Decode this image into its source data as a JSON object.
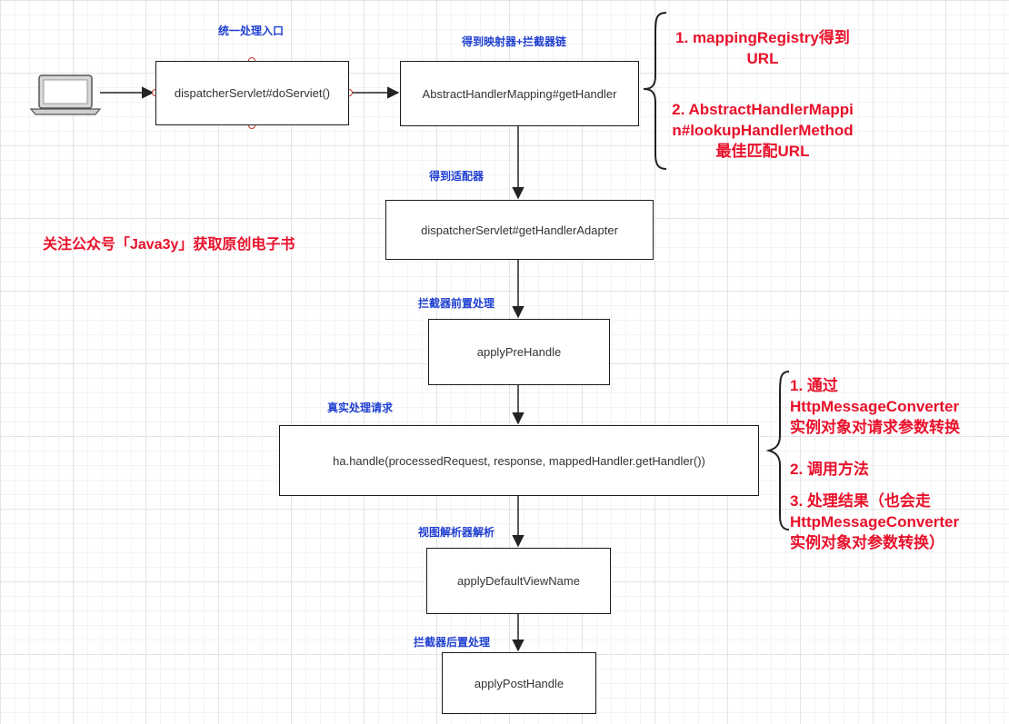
{
  "labels": {
    "entry": "统一处理入口",
    "get_mapping": "得到映射器+拦截器链",
    "get_adapter": "得到适配器",
    "pre_interceptor": "拦截器前置处理",
    "real_handle": "真实处理请求",
    "view_resolver": "视图解析器解析",
    "post_interceptor": "拦截器后置处理"
  },
  "boxes": {
    "do_service": "dispatcherServlet#doServiet()",
    "get_handler": "AbstractHandlerMapping#getHandler",
    "get_handler_adapter": "dispatcherServlet#getHandlerAdapter",
    "apply_pre_handle": "applyPreHandle",
    "ha_handle": "ha.handle(processedRequest, response, mappedHandler.getHandler())",
    "apply_default_view_name": "applyDefaultViewName",
    "apply_post_handle": "applyPostHandle"
  },
  "promo": "关注公众号「Java3y」获取原创电子书",
  "mapping_notes": {
    "n1_line1": "1. mappingRegistry得到",
    "n1_line2": "URL",
    "n2_line1": "2. AbstractHandlerMappi",
    "n2_line2": "n#lookupHandlerMethod",
    "n2_line3": "最佳匹配URL"
  },
  "handle_notes": {
    "n1_line1": "1. 通过",
    "n1_line2": "HttpMessageConverter",
    "n1_line3": "实例对象对请求参数转换",
    "n2_line1": "2. 调用方法",
    "n3_line1": "3. 处理结果（也会走",
    "n3_line2": "HttpMessageConverter",
    "n3_line3": "实例对象对参数转换）"
  },
  "colors": {
    "label_blue": "#1f3fd1",
    "note_red": "#e8102a",
    "box_border": "#1a1a1a",
    "grid": "#e4e4e4"
  },
  "icons": {
    "client": "laptop-icon"
  }
}
